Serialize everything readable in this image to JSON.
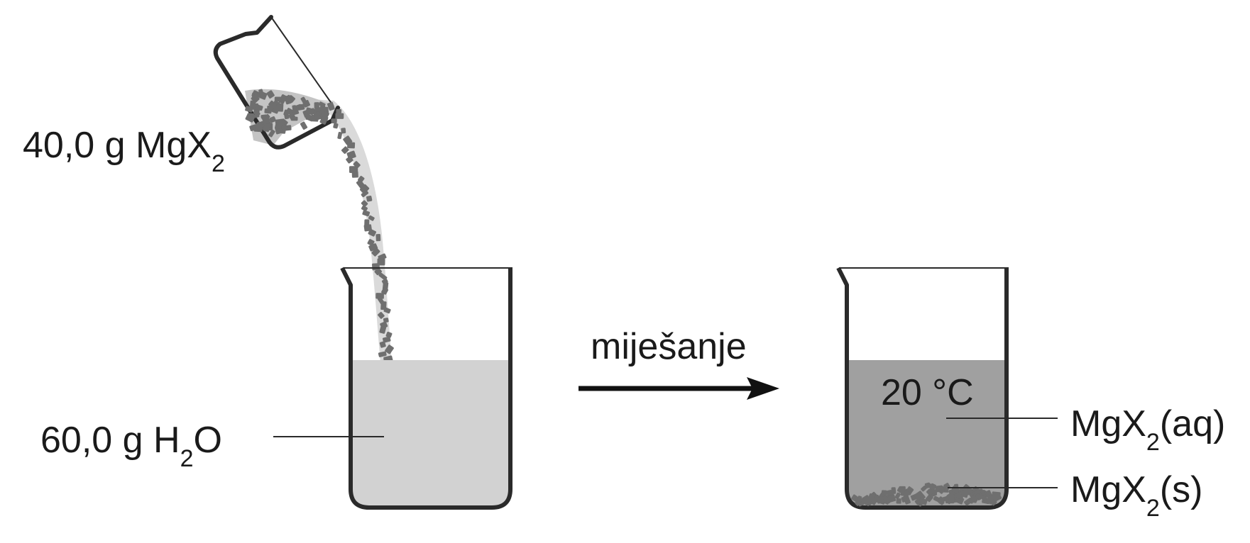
{
  "labels": {
    "solute": {
      "main": "40,0 g MgX",
      "sub": "2"
    },
    "water": {
      "a": "60,0 g H",
      "sub": "2",
      "b": "O"
    },
    "process": "miješanje",
    "temperature": "20 °C",
    "solution": {
      "a": "MgX",
      "sub": "2",
      "b": "(aq)"
    },
    "solid": {
      "a": "MgX",
      "sub": "2",
      "b": "(s)"
    }
  },
  "colors": {
    "outline": "#2a2a2a",
    "water": "#d2d2d2",
    "solution": "#a0a0a0",
    "grains": "#6f6f6f",
    "pour_stream": "#dadada"
  }
}
